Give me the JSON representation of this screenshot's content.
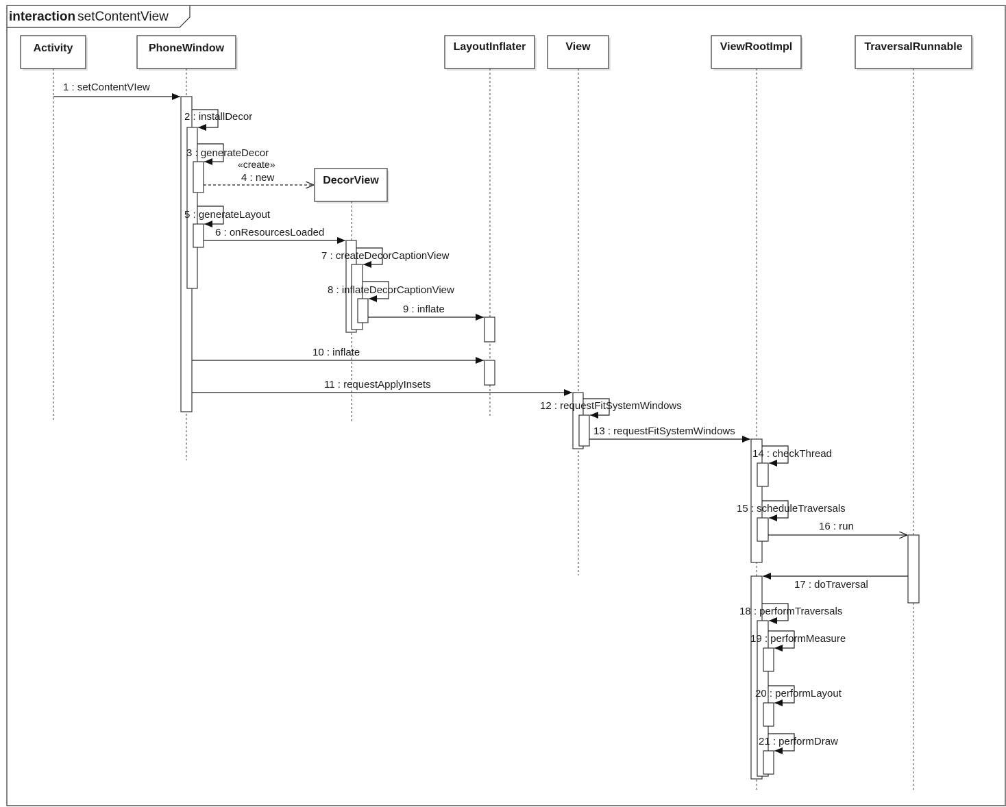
{
  "frame": {
    "keyword": "interaction",
    "name": "setContentView"
  },
  "participants": [
    {
      "id": "activity",
      "label": "Activity"
    },
    {
      "id": "phonewindow",
      "label": "PhoneWindow"
    },
    {
      "id": "decorview",
      "label": "DecorView"
    },
    {
      "id": "layoutinflater",
      "label": "LayoutInflater"
    },
    {
      "id": "view",
      "label": "View"
    },
    {
      "id": "viewrootimpl",
      "label": "ViewRootImpl"
    },
    {
      "id": "traversalrunnable",
      "label": "TraversalRunnable"
    }
  ],
  "messages": [
    {
      "num": 1,
      "label": "1 : setContentVIew",
      "from": "activity",
      "to": "phonewindow",
      "kind": "sync"
    },
    {
      "num": 2,
      "label": "2 : installDecor",
      "from": "phonewindow",
      "to": "phonewindow",
      "kind": "self"
    },
    {
      "num": 3,
      "label": "3 : generateDecor",
      "from": "phonewindow",
      "to": "phonewindow",
      "kind": "self"
    },
    {
      "num": 4,
      "label": "4 : new",
      "stereotype": "«create»",
      "from": "phonewindow",
      "to": "decorview",
      "kind": "create"
    },
    {
      "num": 5,
      "label": "5 : generateLayout",
      "from": "phonewindow",
      "to": "phonewindow",
      "kind": "self"
    },
    {
      "num": 6,
      "label": "6 : onResourcesLoaded",
      "from": "phonewindow",
      "to": "decorview",
      "kind": "sync"
    },
    {
      "num": 7,
      "label": "7 : createDecorCaptionView",
      "from": "decorview",
      "to": "decorview",
      "kind": "self"
    },
    {
      "num": 8,
      "label": "8 : inflateDecorCaptionView",
      "from": "decorview",
      "to": "decorview",
      "kind": "self"
    },
    {
      "num": 9,
      "label": "9 : inflate",
      "from": "decorview",
      "to": "layoutinflater",
      "kind": "sync"
    },
    {
      "num": 10,
      "label": "10 : inflate",
      "from": "phonewindow",
      "to": "layoutinflater",
      "kind": "sync"
    },
    {
      "num": 11,
      "label": "11 : requestApplyInsets",
      "from": "phonewindow",
      "to": "view",
      "kind": "sync"
    },
    {
      "num": 12,
      "label": "12 : requestFitSystemWindows",
      "from": "view",
      "to": "view",
      "kind": "self"
    },
    {
      "num": 13,
      "label": "13 : requestFitSystemWindows",
      "from": "view",
      "to": "viewrootimpl",
      "kind": "sync"
    },
    {
      "num": 14,
      "label": "14 : checkThread",
      "from": "viewrootimpl",
      "to": "viewrootimpl",
      "kind": "self"
    },
    {
      "num": 15,
      "label": "15 : scheduleTraversals",
      "from": "viewrootimpl",
      "to": "viewrootimpl",
      "kind": "self"
    },
    {
      "num": 16,
      "label": "16 : run",
      "from": "viewrootimpl",
      "to": "traversalrunnable",
      "kind": "async"
    },
    {
      "num": 17,
      "label": "17 : doTraversal",
      "from": "traversalrunnable",
      "to": "viewrootimpl",
      "kind": "sync"
    },
    {
      "num": 18,
      "label": "18 : performTraversals",
      "from": "viewrootimpl",
      "to": "viewrootimpl",
      "kind": "self"
    },
    {
      "num": 19,
      "label": "19 : performMeasure",
      "from": "viewrootimpl",
      "to": "viewrootimpl",
      "kind": "self"
    },
    {
      "num": 20,
      "label": "20 : performLayout",
      "from": "viewrootimpl",
      "to": "viewrootimpl",
      "kind": "self"
    },
    {
      "num": 21,
      "label": "21 : performDraw",
      "from": "viewrootimpl",
      "to": "viewrootimpl",
      "kind": "self"
    }
  ]
}
